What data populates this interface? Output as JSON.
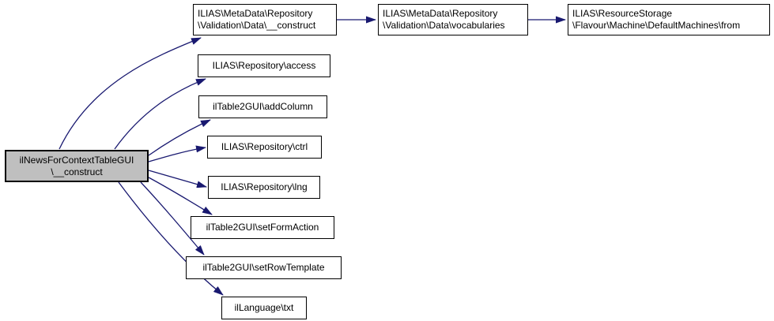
{
  "diagram": {
    "type": "call-graph",
    "colors": {
      "background": "#ffffff",
      "edge": "#191970",
      "node_border": "#000000",
      "node_fill": "#ffffff",
      "highlight_fill": "#bfbfbf",
      "text": "#000000"
    },
    "nodes": {
      "source": {
        "lines": [
          "ilNewsForContextTableGUI",
          "\\__construct"
        ],
        "highlighted": true
      },
      "md_construct": {
        "lines": [
          "ILIAS\\MetaData\\Repository",
          "\\Validation\\Data\\__construct"
        ]
      },
      "access": {
        "lines": [
          "ILIAS\\Repository\\access"
        ]
      },
      "add_column": {
        "lines": [
          "ilTable2GUI\\addColumn"
        ]
      },
      "ctrl": {
        "lines": [
          "ILIAS\\Repository\\ctrl"
        ]
      },
      "lng": {
        "lines": [
          "ILIAS\\Repository\\lng"
        ]
      },
      "set_form_action": {
        "lines": [
          "ilTable2GUI\\setFormAction"
        ]
      },
      "set_row_template": {
        "lines": [
          "ilTable2GUI\\setRowTemplate"
        ]
      },
      "txt": {
        "lines": [
          "ilLanguage\\txt"
        ]
      },
      "vocabularies": {
        "lines": [
          "ILIAS\\MetaData\\Repository",
          "\\Validation\\Data\\vocabularies"
        ]
      },
      "from": {
        "lines": [
          "ILIAS\\ResourceStorage",
          "\\Flavour\\Machine\\DefaultMachines\\from"
        ]
      }
    },
    "edges": [
      {
        "from": "source",
        "to": "md_construct"
      },
      {
        "from": "source",
        "to": "access"
      },
      {
        "from": "source",
        "to": "add_column"
      },
      {
        "from": "source",
        "to": "ctrl"
      },
      {
        "from": "source",
        "to": "lng"
      },
      {
        "from": "source",
        "to": "set_form_action"
      },
      {
        "from": "source",
        "to": "set_row_template"
      },
      {
        "from": "source",
        "to": "txt"
      },
      {
        "from": "md_construct",
        "to": "vocabularies"
      },
      {
        "from": "vocabularies",
        "to": "from"
      }
    ]
  }
}
